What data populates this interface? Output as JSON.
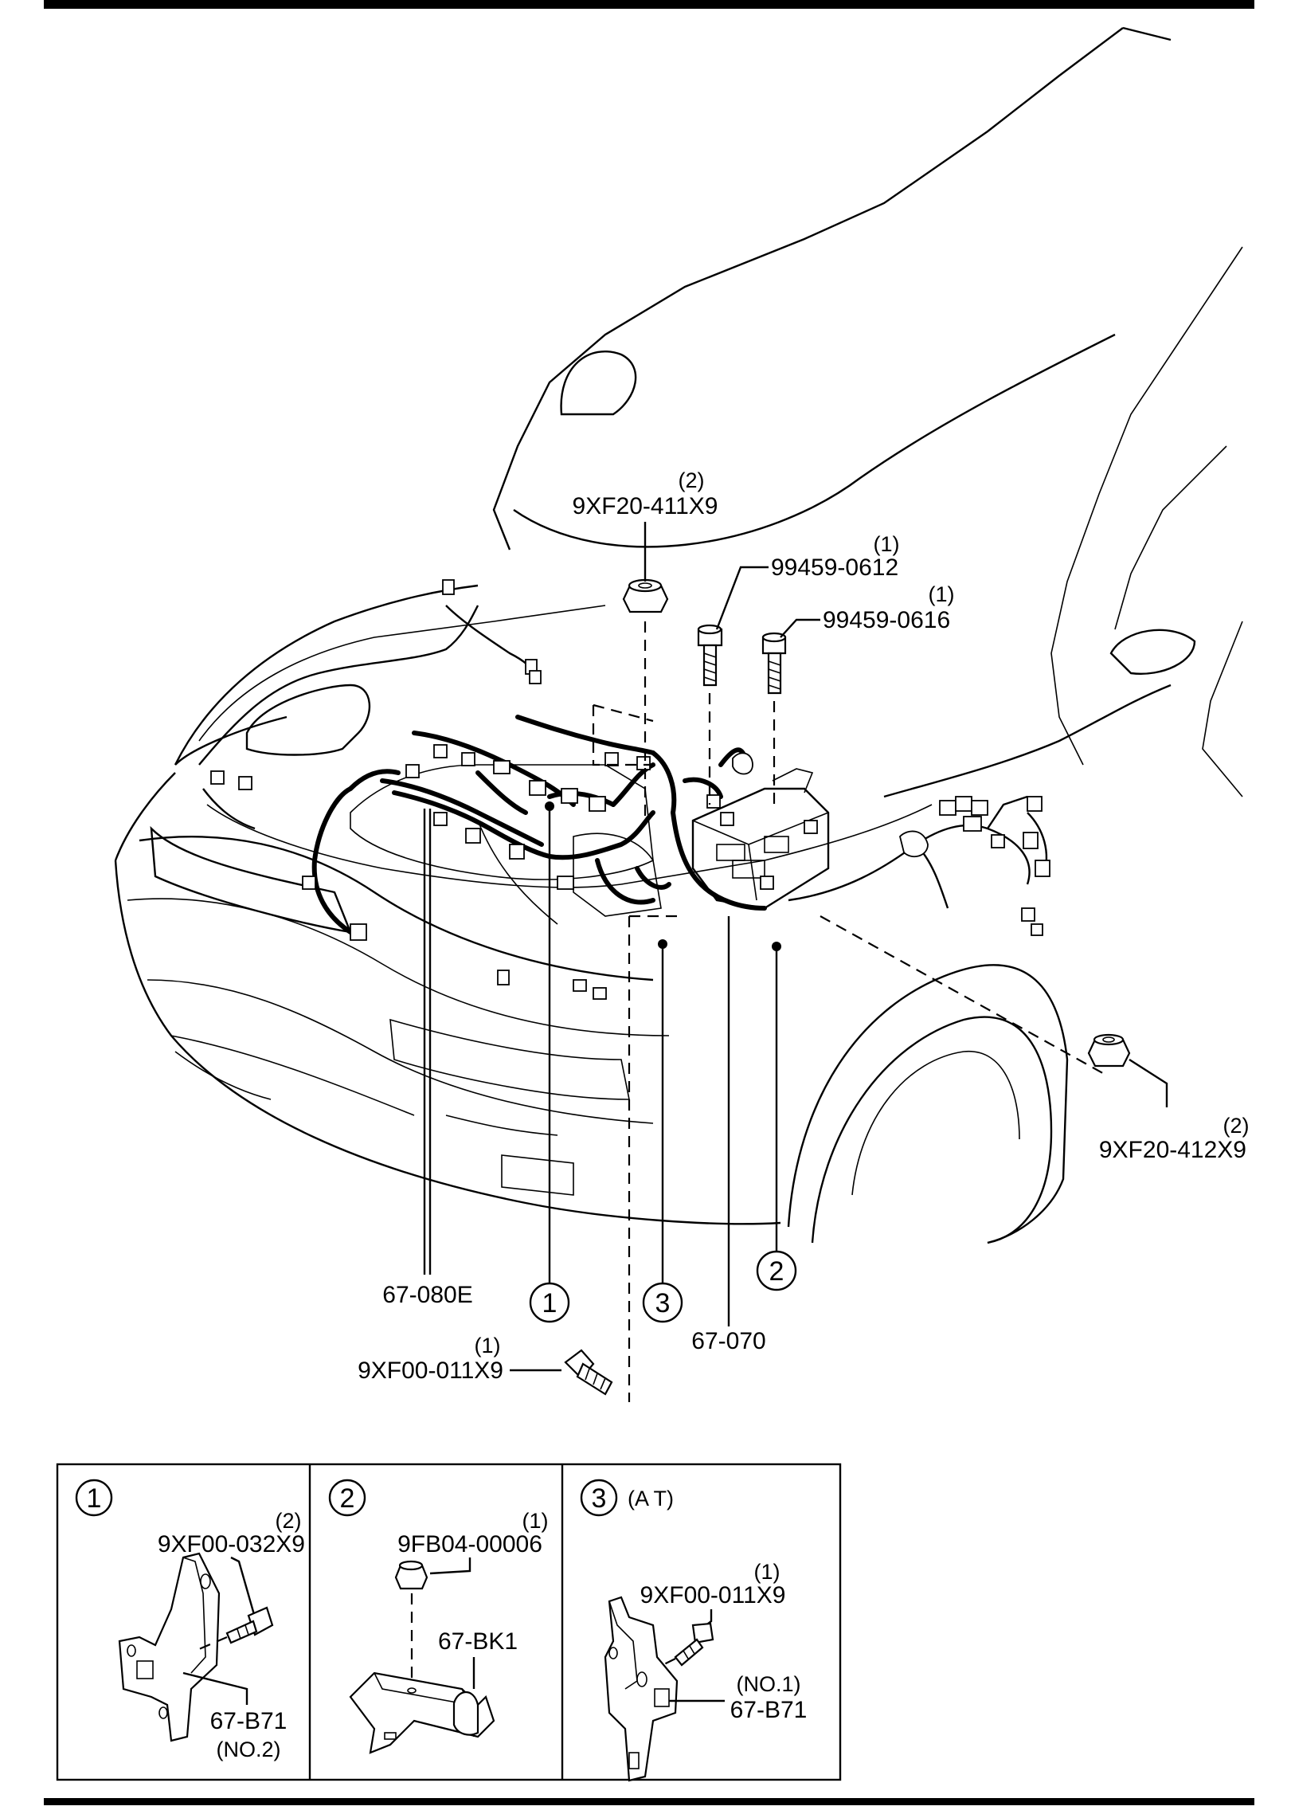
{
  "main": {
    "labels": {
      "fuse_nut_top": "9XF20-411X9",
      "fuse_nut_top_qty": "(2)",
      "bolt_0612": "99459-0612",
      "bolt_0612_qty": "(1)",
      "bolt_0616": "99459-0616",
      "bolt_0616_qty": "(1)",
      "nut_right": "9XF20-412X9",
      "nut_right_qty": "(2)",
      "harness_main": "67-080E",
      "harness_battery": "67-070",
      "bolt_bottom": "9XF00-011X9",
      "bolt_bottom_qty": "(1)"
    },
    "callouts": [
      "1",
      "2",
      "3"
    ]
  },
  "details": [
    {
      "callout": "1",
      "suffix": "",
      "part_number": "9XF00-032X9",
      "part_qty": "(2)",
      "bracket": "67-B71",
      "bracket_note": "(NO.2)"
    },
    {
      "callout": "2",
      "suffix": "",
      "part_number": "9FB04-00006",
      "part_qty": "(1)",
      "bracket": "67-BK1",
      "bracket_note": ""
    },
    {
      "callout": "3",
      "suffix": "(A T)",
      "part_number": "9XF00-011X9",
      "part_qty": "(1)",
      "bracket": "67-B71",
      "bracket_note": "(NO.1)"
    }
  ],
  "icons": [
    "nut-icon",
    "bolt-icon",
    "connector-icon",
    "bracket-icon"
  ]
}
